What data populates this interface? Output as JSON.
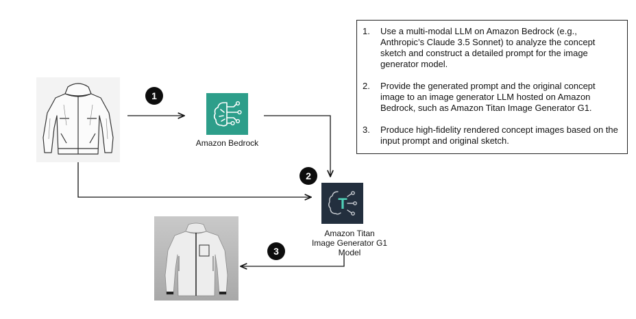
{
  "services": {
    "bedrock": {
      "label": "Amazon Bedrock",
      "icon": "bedrock-brain-icon",
      "color": "#2d9e8a"
    },
    "titan": {
      "label_line1": "Amazon Titan",
      "label_line2": "Image Generator G1 Model",
      "icon": "titan-brain-icon",
      "color": "#232f3e",
      "letter": "T",
      "letter_color": "#4fd1b8"
    }
  },
  "badges": [
    "1",
    "2",
    "3"
  ],
  "steps": [
    {
      "num": "1.",
      "text": "Use a multi-modal LLM on Amazon Bedrock (e.g., Anthropic’s Claude 3.5 Sonnet) to analyze the concept sketch and construct a detailed prompt for the image generator model."
    },
    {
      "num": "2.",
      "text": "Provide the generated prompt and the original concept image to an image generator LLM hosted on Amazon Bedrock, such as Amazon Titan Image Generator G1."
    },
    {
      "num": "3.",
      "text": "Produce high-fidelity rendered concept images based on the input prompt and original sketch."
    }
  ],
  "images": {
    "sketch": "jacket-sketch-image",
    "render": "rendered-jacket-image"
  }
}
